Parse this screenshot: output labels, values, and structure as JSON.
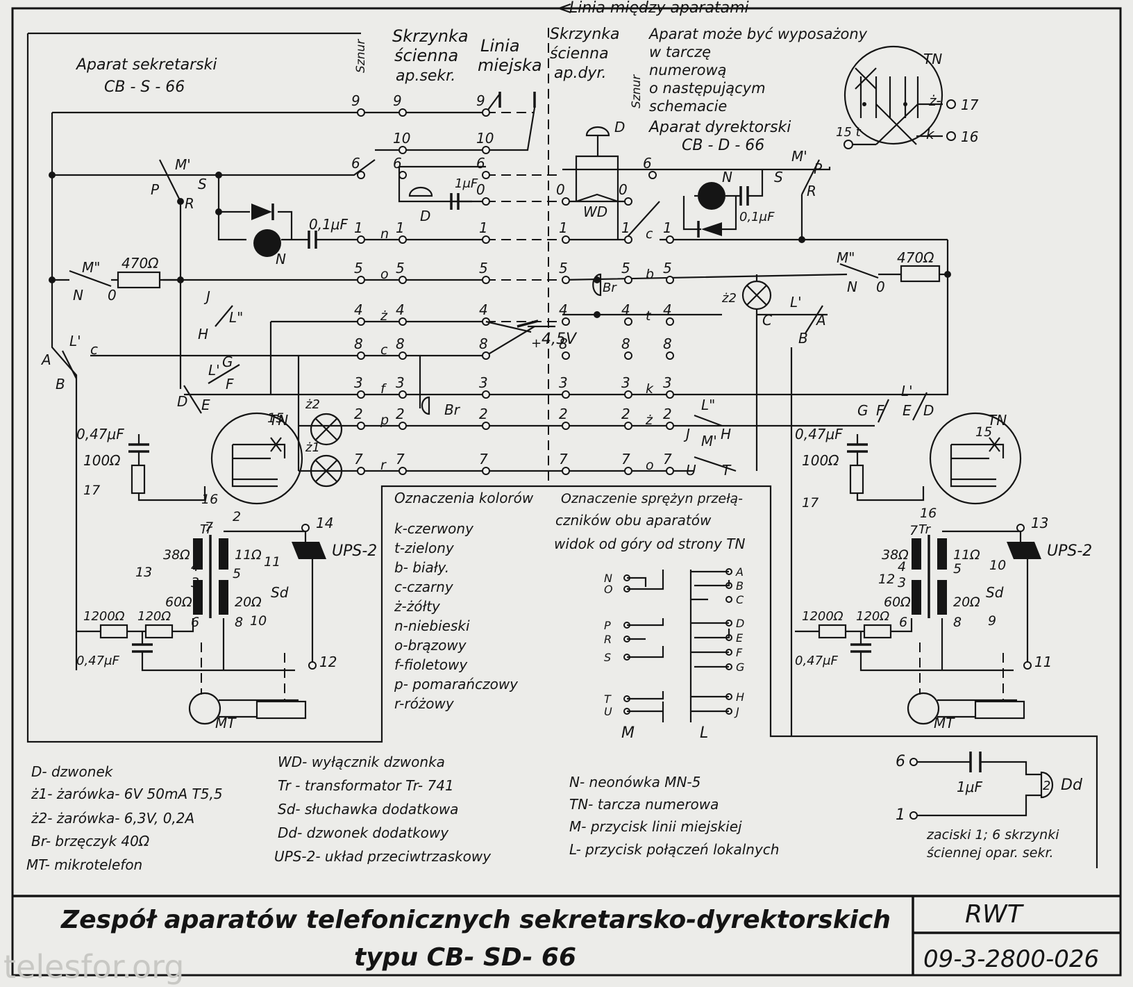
{
  "title": {
    "line1": "Zespół aparatów telefonicznych sekretarsko-dyrektorskich",
    "line2": "typu  CB- SD- 66",
    "org": "RWT",
    "doc_number": "09-3-2800-026"
  },
  "watermark": "telesfor.org",
  "top_label": "Linia między aparatami",
  "secretary": {
    "name": "Aparat sekretarski",
    "type": "CB - S - 66"
  },
  "director": {
    "name": "Aparat dyrektorski",
    "type": "CB - D - 66"
  },
  "col_headers": {
    "cord": "Sznur",
    "box_sec": [
      "Skrzynka",
      "ścienna",
      "ap.sekr."
    ],
    "city_line": [
      "Linia",
      "miejska"
    ],
    "box_dir": [
      "Skrzynka",
      "ścienna",
      "ap.dyr."
    ]
  },
  "dial_note": [
    "Aparat może być  wyposażony",
    "w tarczę",
    "numerową",
    "o następującym",
    "schemacie"
  ],
  "dial_label": "TN",
  "battery": "4,5V",
  "resistor_470": "470Ω",
  "cap_01": "0,1μF",
  "cap_1": "1μF",
  "cap_047": "0,47μF",
  "res_100": "100Ω",
  "ups": "UPS-2",
  "mt": "MT",
  "sd": "Sd",
  "tr": "Tr",
  "transformer_values": [
    "38Ω",
    "11Ω",
    "60Ω",
    "20Ω",
    "1200Ω",
    "120Ω"
  ],
  "rows": [
    {
      "num": "1",
      "mid": "n",
      "right": "c"
    },
    {
      "num": "5",
      "mid": "o",
      "right": "b"
    },
    {
      "num": "4",
      "mid": "ż",
      "right": "t"
    },
    {
      "num": "8",
      "mid": "c",
      "right": ""
    },
    {
      "num": "3",
      "mid": "f",
      "right": "k"
    },
    {
      "num": "2",
      "mid": "p",
      "right": "ż"
    },
    {
      "num": "7",
      "mid": "r",
      "right": "o"
    }
  ],
  "colors_legend": {
    "title": "Oznaczenia kolorów",
    "items": [
      "k-czerwony",
      "t-zielony",
      "b- biały.",
      "c-czarny",
      "ż-żółty",
      "n-niebieski",
      "o-brązowy",
      "f-fioletowy",
      "p- pomarańczowy",
      "r-różowy"
    ]
  },
  "springs_legend": {
    "title": [
      "Oznaczenie sprężyn przełą-",
      "czników obu aparatów",
      "widok od góry od strony TN"
    ],
    "m_labels": [
      "N",
      "O",
      "P",
      "R",
      "S",
      "T",
      "U"
    ],
    "l_labels": [
      "A",
      "B",
      "C",
      "D",
      "E",
      "F",
      "G",
      "H",
      "J"
    ],
    "m": "M",
    "l": "L"
  },
  "abbreviations": [
    "D- dzwonek",
    "ż1- żarówka- 6V 50mA T5,5",
    "ż2- żarówka- 6,3V, 0,2A",
    "Br- brzęczyk 40Ω",
    "MT- mikrotelefon",
    "WD- wyłącznik dzwonka",
    "Tr - transformator Tr- 741",
    "Sd- słuchawka dodatkowa",
    "Dd- dzwonek dodatkowy",
    "UPS-2- układ przeciwtrzaskowy",
    "N- neonówka MN-5",
    "TN- tarcza numerowa",
    "M- przycisk linii miejskiej",
    "L- przycisk połączeń lokalnych"
  ],
  "extra_bell": {
    "t6": "6",
    "t1": "1",
    "cap": "1μF",
    "label": "Dd",
    "note": [
      "zaciski 1; 6 skrzynki",
      "ściennej opar. sekr."
    ]
  }
}
